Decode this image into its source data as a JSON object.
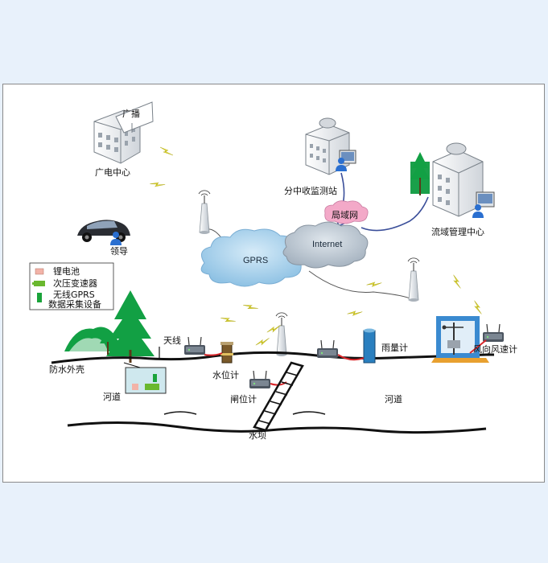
{
  "labels": {
    "broadcast_center": "广电中心",
    "broadcast_sign": "广播",
    "leader": "领导",
    "branch_station": "分中收监测站",
    "lan": "局域网",
    "internet": "Internet",
    "gprs": "GPRS",
    "basin_center": "流域管理中心",
    "antenna": "天线",
    "waterproof_case": "防水外壳",
    "river_left": "河道",
    "river_right": "河道",
    "water_level_meter": "水位计",
    "gate_position_meter": "闸位计",
    "rain_gauge": "雨量计",
    "wind_meter": "风向风速计",
    "dam": "水坝"
  },
  "legend": {
    "items": [
      {
        "label": "锂电池",
        "color": "#f2b3a8"
      },
      {
        "label": "次压变速器",
        "color": "#6ab82e"
      },
      {
        "label": "无线GPRS",
        "color": "#1aa33a"
      },
      {
        "label": "数据采集设备",
        "color": ""
      }
    ]
  },
  "colors": {
    "cloud": "#a9d1ec",
    "cloud_internet": "#b7c3cf",
    "lan_cloud": "#f3a9c8",
    "link_line": "#3b4f9a",
    "signal": "#e8e23a",
    "sensor_cable": "#d9262a",
    "tree": "#12a044",
    "building": "#f2f2f2"
  }
}
